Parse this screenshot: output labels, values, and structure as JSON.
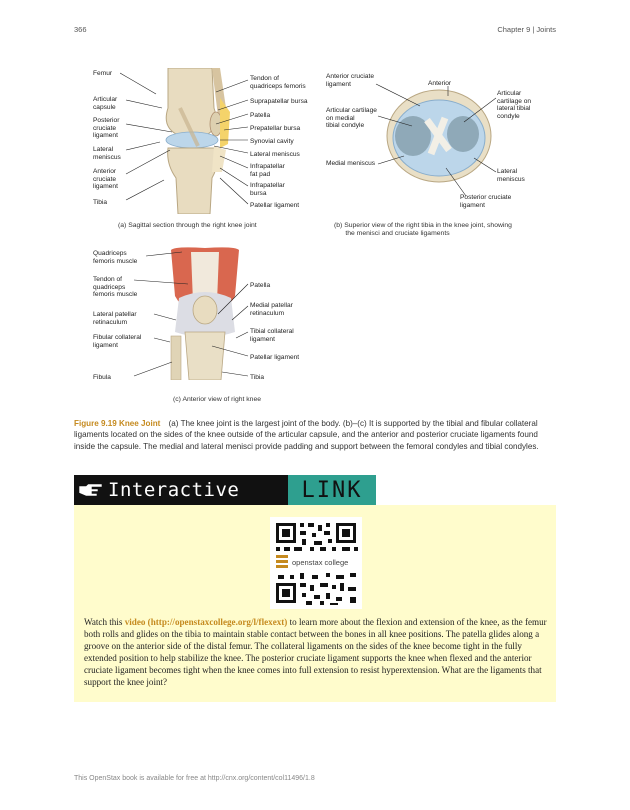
{
  "header": {
    "page_number": "366",
    "chapter": "Chapter 9 | Joints"
  },
  "figure": {
    "sagittal_left_labels": [
      "Femur",
      "Articular\ncapsule",
      "Posterior\ncruciate\nligament",
      "Lateral\nmeniscus",
      "Anterior\ncruciate\nligament",
      "Tibia"
    ],
    "sagittal_right_labels": [
      "Tendon of\nquadriceps femoris",
      "Suprapatellar bursa",
      "Patella",
      "Prepatellar bursa",
      "Synovial cavity",
      "Lateral meniscus",
      "Infrapatellar\nfat pad",
      "Infrapatellar\nbursa",
      "Patellar ligament"
    ],
    "superior_labels": [
      "Anterior cruciate\nligament",
      "Anterior",
      "Articular\ncartilage on\nlateral tibial\ncondyle",
      "Articular cartilage\non medial\ntibial condyle",
      "Medial meniscus",
      "Lateral\nmeniscus",
      "Posterior cruciate\nligament"
    ],
    "anterior_left_labels": [
      "Quadriceps\nfemoris muscle",
      "Tendon of\nquadriceps\nfemoris muscle",
      "Lateral patellar\nretinaculum",
      "Fibular collateral\nligament",
      "Fibula"
    ],
    "anterior_right_labels": [
      "Patella",
      "Medial patellar\nretinaculum",
      "Tibial collateral\nligament",
      "Patellar ligament",
      "Tibia"
    ],
    "caption_a": "(a) Sagittal section through the right knee joint",
    "caption_b": "(b) Superior view of the right tibia in the knee joint, showing\n      the menisci and cruciate ligaments",
    "caption_c": "(c) Anterior view of right knee"
  },
  "figure_caption": {
    "number": "Figure 9.19 Knee Joint",
    "text": "(a) The knee joint is the largest joint of the body. (b)–(c) It is supported by the tibial and fibular collateral ligaments located on the sides of the knee outside of the articular capsule, and the anterior and posterior cruciate ligaments found inside the capsule. The medial and lateral menisci provide padding and support between the femoral condyles and tibial condyles."
  },
  "interactive": {
    "banner_word": "Interactive",
    "banner_link": "LINK",
    "qr_brand": "openstax college",
    "text_before": "Watch this ",
    "link_text": "video (http://openstaxcollege.org/l/flexext)",
    "text_after": " to learn more about the flexion and extension of the knee, as the femur both rolls and glides on the tibia to maintain stable contact between the bones in all knee positions. The patella glides along a groove on the anterior side of the distal femur. The collateral ligaments on the sides of the knee become tight in the fully extended position to help stabilize the knee. The posterior cruciate ligament supports the knee when flexed and the anterior cruciate ligament becomes tight when the knee comes into full extension to resist hyperextension. What are the ligaments that support the knee joint?"
  },
  "footer": {
    "text": "This OpenStax book is available for free at http://cnx.org/content/col11496/1.8"
  },
  "colors": {
    "accent": "#c58a1f",
    "link_teal": "#2e9f8f",
    "panel_bg": "#fffccc"
  }
}
